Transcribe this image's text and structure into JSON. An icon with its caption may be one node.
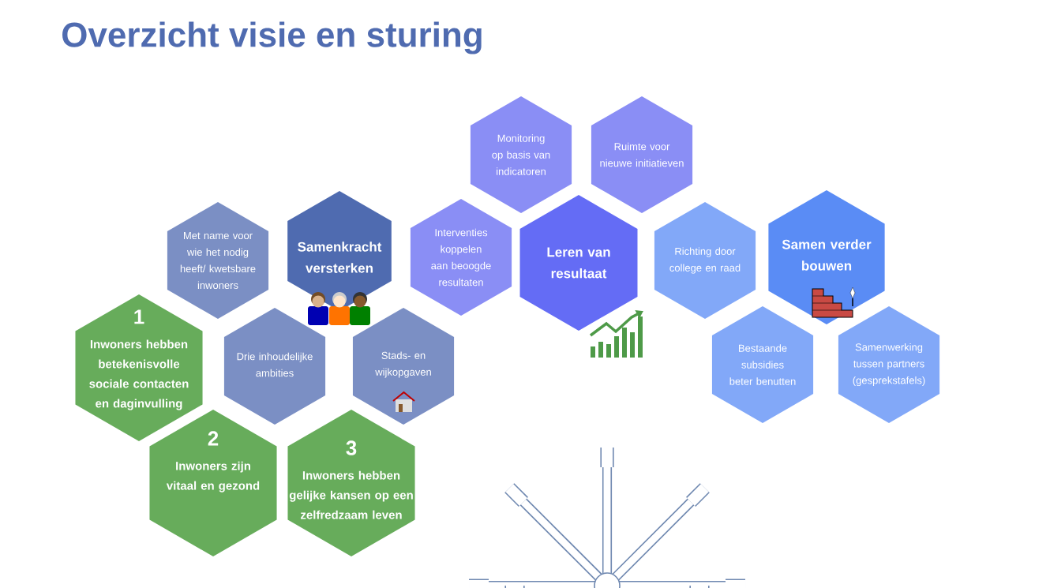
{
  "diagram": {
    "title": "Overzicht visie en sturing",
    "nodes": [
      {
        "text": [
          "Monitoring op basis van indicatoren"
        ]
      },
      {
        "text": [
          "Ruimte voor nieuwe initiatieven"
        ]
      },
      {
        "text": [
          "Met name voor wie het nodig heeft/ kwetsbare inwoners"
        ]
      },
      {
        "text": [
          "Samenkracht versterken"
        ]
      },
      {
        "text": [
          "Interventies koppelen aan beoogde resultaten"
        ]
      },
      {
        "text": [
          "Leren van resultaat"
        ]
      },
      {
        "text": [
          "Richting door college en raad"
        ]
      },
      {
        "text": [
          "Samen verder bouwen"
        ]
      },
      {
        "text": [
          "1",
          "Inwoners hebben betekenisvolle sociale contacten en daginvulling"
        ]
      },
      {
        "text": [
          "Drie inhoudelijke ambities"
        ]
      },
      {
        "text": [
          "Stads- en wijkopgaven"
        ]
      },
      {
        "text": [
          "Bestaande subsidies beter benutten"
        ]
      },
      {
        "text": [
          "Samenwerking tussen partners (gesprekstafels)"
        ]
      },
      {
        "text": [
          "2",
          "Inwoners zijn vitaal en gezond"
        ]
      },
      {
        "text": [
          "3",
          "Inwoners hebben gelijke kansen op een zelfredzaam leven"
        ]
      }
    ]
  }
}
